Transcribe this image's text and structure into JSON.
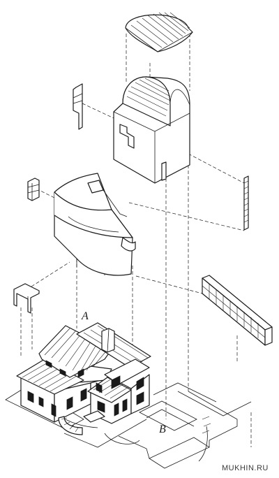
{
  "labels": {
    "a": "A",
    "b": "B"
  },
  "watermark": "MUKHIN.RU",
  "colors": {
    "ink": "#1a1a1a",
    "paper": "#ffffff"
  }
}
